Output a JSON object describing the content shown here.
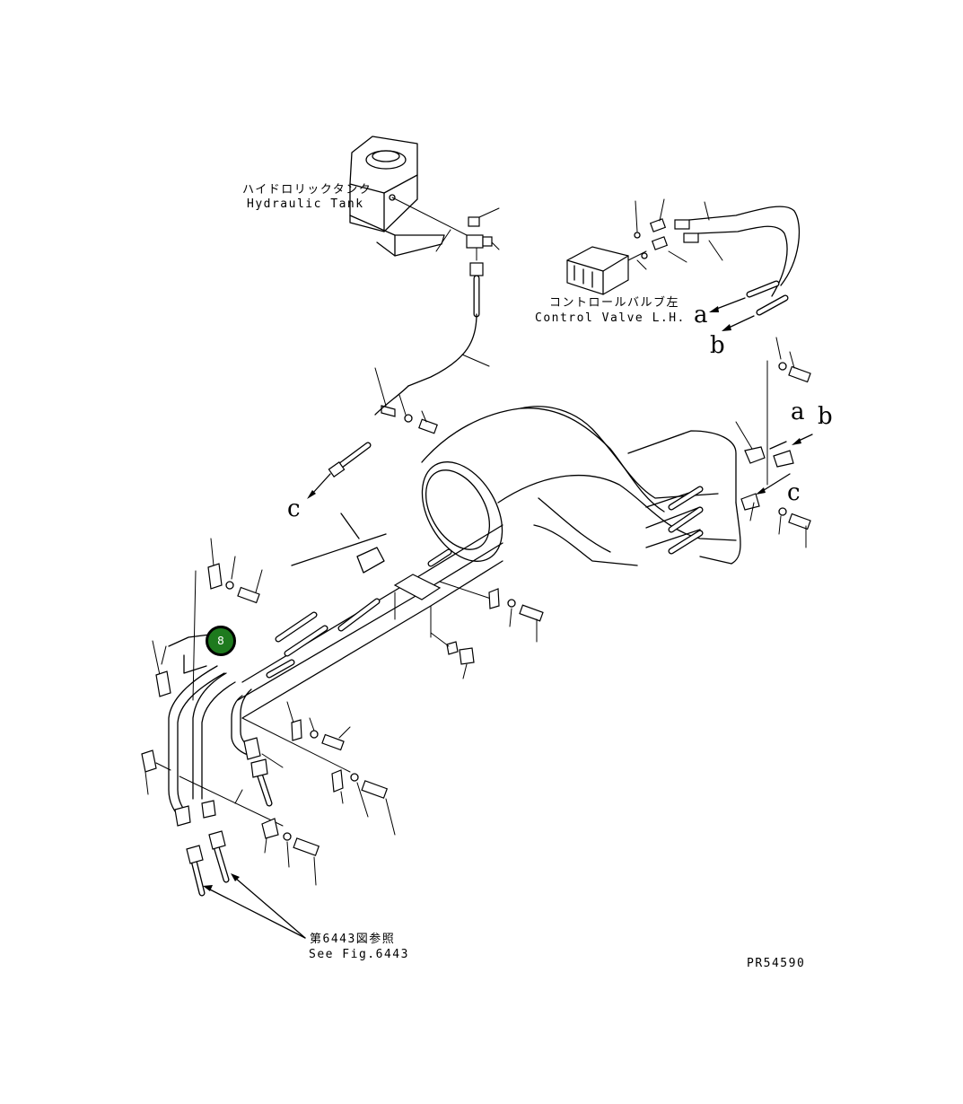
{
  "labels": {
    "hydraulic_tank_ja": "ハイドロリックタンク",
    "hydraulic_tank_en": "Hydraulic Tank",
    "control_valve_ja": "コントロールバルブ左",
    "control_valve_en": "Control Valve L.H.",
    "see_fig_ja": "第6443図参照",
    "see_fig_en": "See Fig.6443",
    "drawing_number": "PR54590"
  },
  "connection_letters": {
    "a_upper": "a",
    "b_upper": "b",
    "a_mid": "a",
    "b_mid": "b",
    "c_mid": "c",
    "c_left": "c"
  },
  "callout": {
    "number": "8",
    "color": "#1e7a1e"
  }
}
